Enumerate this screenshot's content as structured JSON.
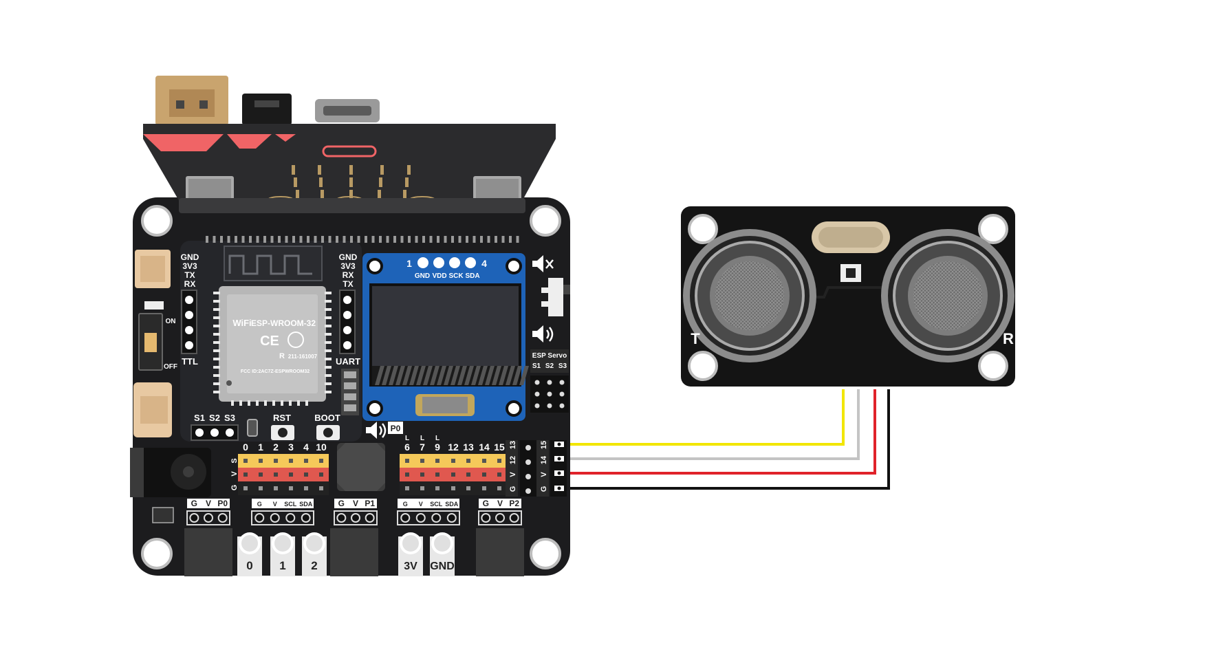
{
  "colors": {
    "board": "#1c1c1e",
    "board_edge": "#2e2e30",
    "microbit": "#2b2b2d",
    "accent_red": "#f06466",
    "led": "#b89a63",
    "oled_frame": "#1e63b8",
    "oled_screen": "#33343a",
    "pin_yellow": "#f5c95a",
    "pin_red": "#e0584f",
    "pin_black": "#222222",
    "wire_yellow": "#f2e600",
    "wire_gray": "#c4c4c4",
    "wire_red": "#e0222a",
    "wire_black": "#111111",
    "sensor": "#141414",
    "crystal": "#cbb99a"
  },
  "icons": {
    "mute": "speaker-mute-icon",
    "sound": "speaker-sound-icon",
    "wifi": "wifi-logo-icon"
  },
  "board": {
    "ttl_left": [
      "GND",
      "3V3",
      "TX",
      "RX"
    ],
    "ttl_label": "TTL",
    "uart_right": [
      "GND",
      "3V3",
      "RX",
      "TX"
    ],
    "uart_label": "UART",
    "module": "ESP-WROOM-32",
    "wifi": "WiFi",
    "ce": "CE",
    "fcc": "FCC ID:2AC7Z-ESPWROOM32",
    "r_mark": "R",
    "r_code": "211-161007",
    "on": "ON",
    "off": "OFF",
    "servo_pins": [
      "S1",
      "S2",
      "S3"
    ],
    "rst": "RST",
    "boot": "BOOT",
    "p0_speaker": "P0",
    "oled_num1": "1",
    "oled_num4": "4",
    "oled_pins": [
      "GND",
      "VDD",
      "SCK",
      "SDA"
    ],
    "esp_servo": "ESP Servo",
    "esp_servo_pins": [
      "S1",
      "S2",
      "S3"
    ],
    "pins_left": [
      "0",
      "1",
      "2",
      "3",
      "4",
      "10"
    ],
    "pins_right": [
      "6",
      "7",
      "9",
      "12",
      "13",
      "14",
      "15"
    ],
    "pins_right_l": [
      "L",
      "L",
      "L"
    ],
    "row_labels": [
      "S",
      "V",
      "G"
    ],
    "col13": [
      "13",
      "12",
      "V",
      "G"
    ],
    "col15": [
      "15",
      "14",
      "V",
      "G"
    ],
    "conn_p0": [
      "G",
      "V",
      "P0"
    ],
    "conn_i2c": [
      "G",
      "V",
      "SCL",
      "SDA"
    ],
    "conn_p1": [
      "G",
      "V",
      "P1"
    ],
    "conn_p2": [
      "G",
      "V",
      "P2"
    ],
    "pads": [
      "0",
      "1",
      "2",
      "3V",
      "GND"
    ]
  },
  "sensor": {
    "left": "T",
    "right": "R"
  }
}
